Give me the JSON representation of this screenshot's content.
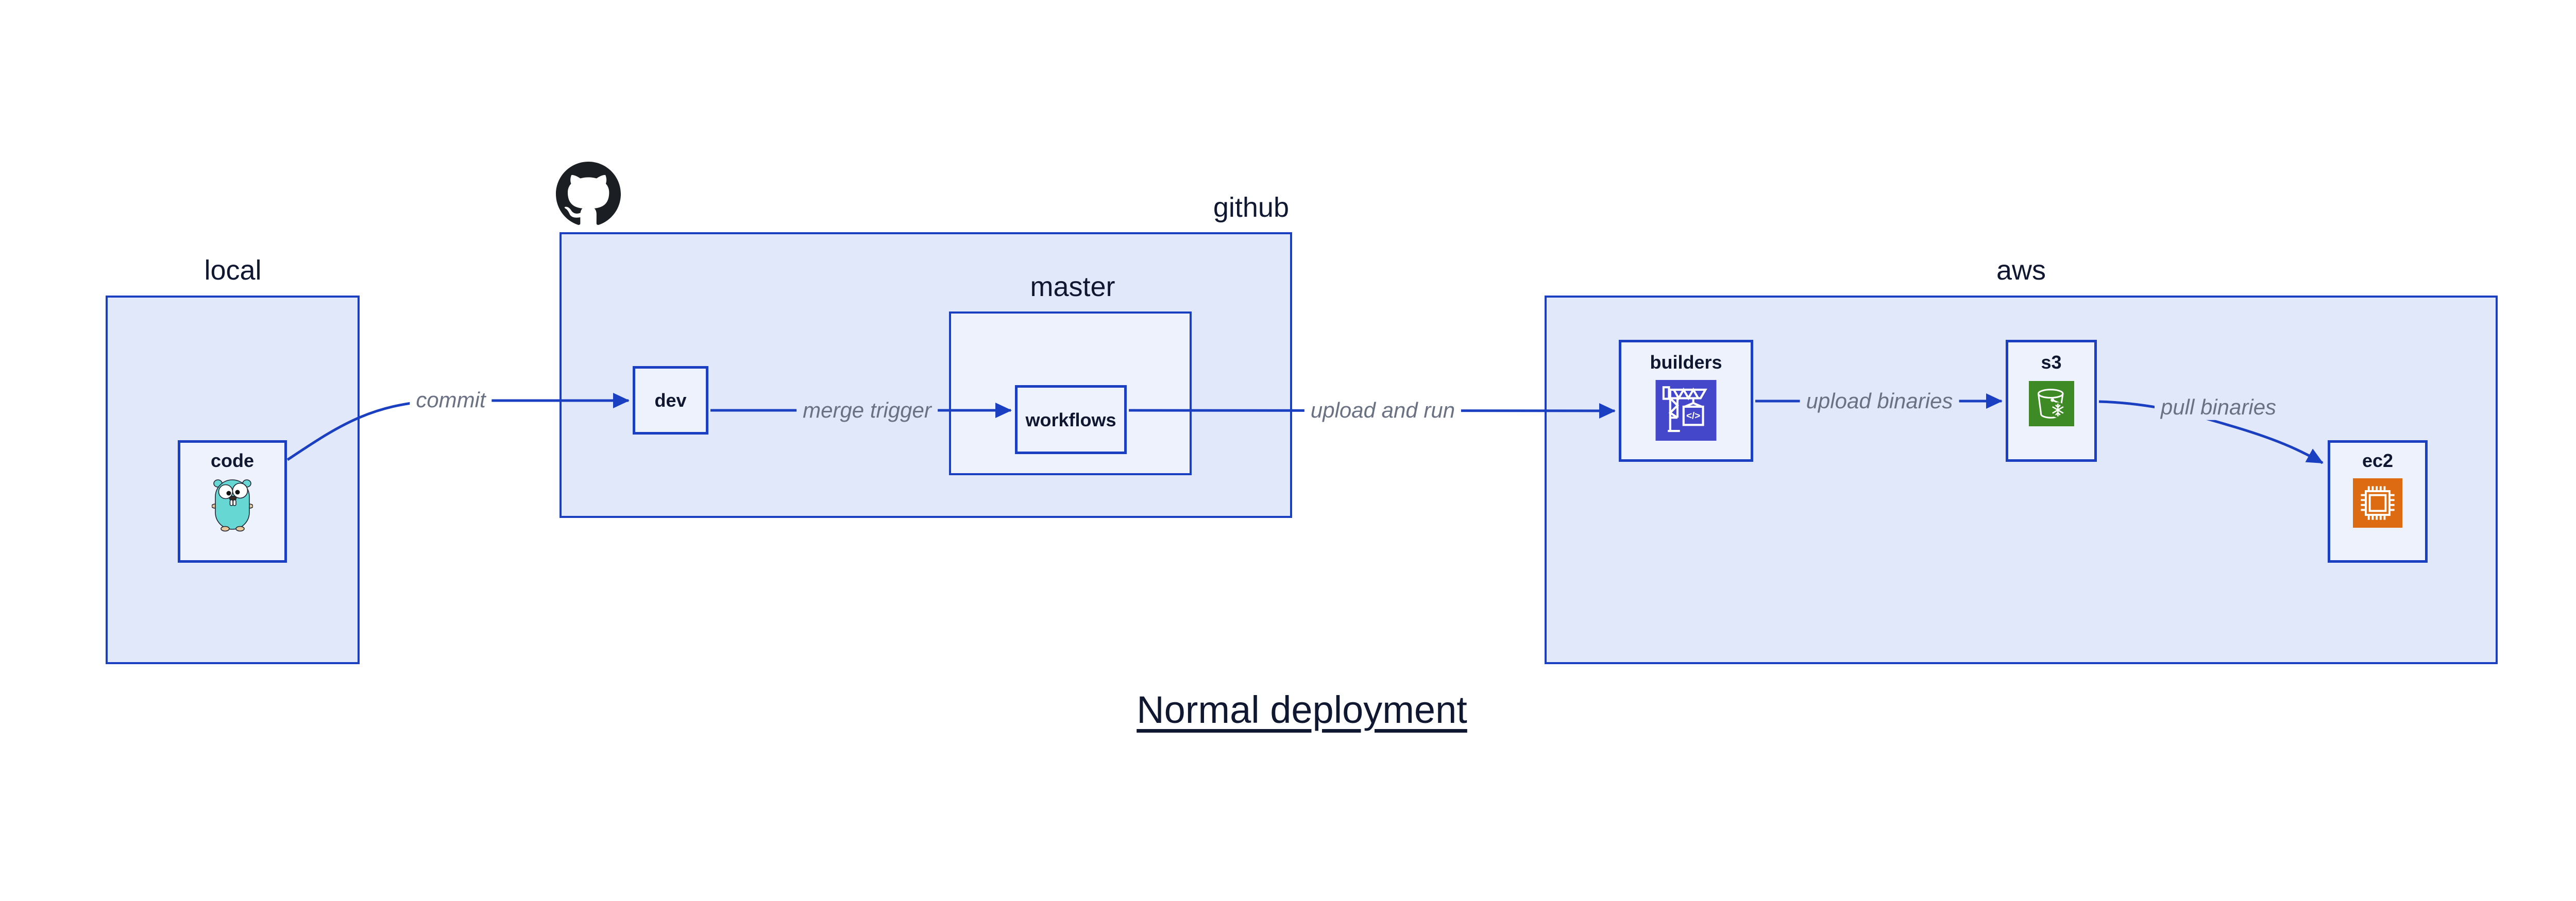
{
  "title": {
    "text": "Normal deployment"
  },
  "colors": {
    "accent": "#1a3fc1",
    "panel-fill": "#e1e8f9",
    "node-fill": "#eef2fc",
    "ink": "#101731",
    "edge-label": "#6a7183",
    "codebuild": "#4447c9",
    "s3-green": "#3e8b25",
    "ec2-orange": "#dc6b11",
    "gopher-teal": "#67d7d3",
    "gopher-tan": "#e8c79a",
    "github-black": "#1b1f23"
  },
  "containers": {
    "local": {
      "label": "local"
    },
    "github": {
      "label": "github",
      "icon": "github-octocat-icon"
    },
    "master": {
      "label": "master"
    },
    "aws": {
      "label": "aws"
    }
  },
  "nodes": {
    "code": {
      "label": "code",
      "icon": "go-gopher-icon"
    },
    "dev": {
      "label": "dev"
    },
    "workflows": {
      "label": "workflows"
    },
    "builders": {
      "label": "builders",
      "icon": "aws-codebuild-crane-icon"
    },
    "s3": {
      "label": "s3",
      "icon": "aws-s3-glacier-bucket-icon"
    },
    "ec2": {
      "label": "ec2",
      "icon": "aws-ec2-chip-icon"
    }
  },
  "edges": [
    {
      "from": "code",
      "to": "dev",
      "label": "commit"
    },
    {
      "from": "dev",
      "to": "workflows",
      "label": "merge trigger"
    },
    {
      "from": "workflows",
      "to": "builders",
      "label": "upload and run"
    },
    {
      "from": "builders",
      "to": "s3",
      "label": "upload binaries"
    },
    {
      "from": "s3",
      "to": "ec2",
      "label": "pull binaries"
    }
  ]
}
